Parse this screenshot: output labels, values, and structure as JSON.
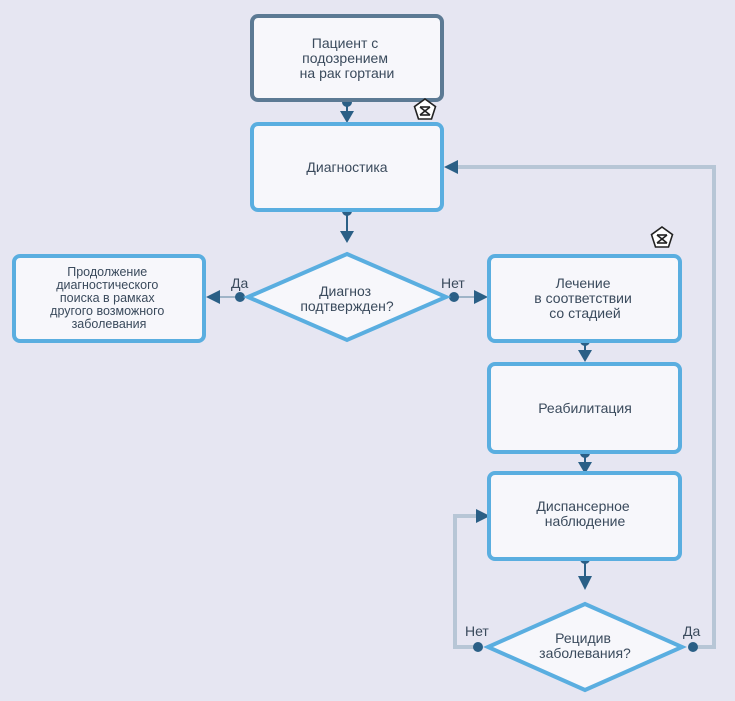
{
  "nodes": {
    "patient": {
      "lines": [
        "Пациент с",
        "подозрением",
        "на рак гортани"
      ]
    },
    "diagnostics": {
      "lines": [
        "Диагностика"
      ]
    },
    "diagnosis_confirmed": {
      "lines": [
        "Диагноз",
        "подтвержден?"
      ]
    },
    "other_disease": {
      "lines": [
        "Продолжение",
        "диагностического",
        "поиска в рамках",
        "другого возможного",
        "заболевания"
      ]
    },
    "treatment": {
      "lines": [
        "Лечение",
        "в соответствии",
        "со стадией"
      ]
    },
    "rehab": {
      "lines": [
        "Реабилитация"
      ]
    },
    "followup": {
      "lines": [
        "Диспансерное",
        "наблюдение"
      ]
    },
    "recurrence": {
      "lines": [
        "Рецидив",
        "заболевания?"
      ]
    }
  },
  "edge_labels": {
    "confirmed_yes": "Да",
    "confirmed_no": "Нет",
    "recurrence_no": "Нет",
    "recurrence_yes": "Да"
  },
  "colors": {
    "background": "#e6e6f2",
    "box_fill": "#f7f7fb",
    "box_stroke": "#5aaee0",
    "start_stroke": "#5c7a94",
    "connector": "#2a5f86",
    "loop_line": "#9fb4c8",
    "text": "#3a4a5c"
  },
  "icons": {
    "badge": "doctor-badge-icon"
  }
}
